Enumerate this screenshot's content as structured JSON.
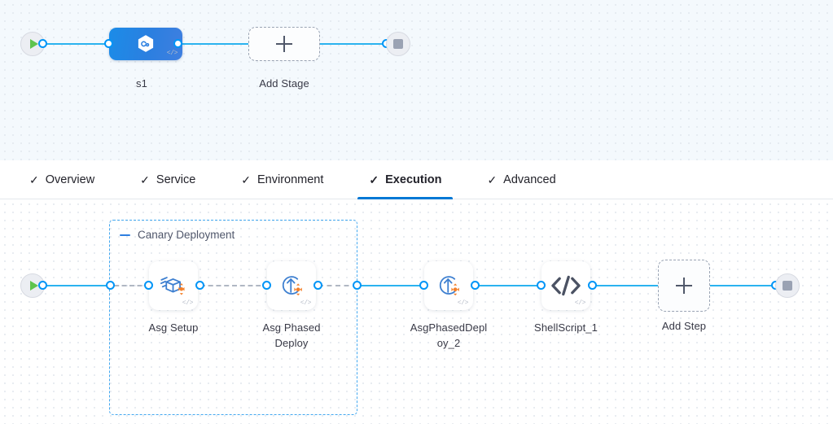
{
  "stage_canvas": {
    "start_node": {
      "name": "pipeline-start",
      "icon": "play-icon"
    },
    "end_node": {
      "name": "pipeline-end",
      "icon": "stop-icon"
    },
    "stage": {
      "label": "s1",
      "icon": "harness-hexagon-icon",
      "code_badge": "</>"
    },
    "add_stage": {
      "label": "Add Stage",
      "icon": "plus-icon"
    }
  },
  "tabs": [
    {
      "label": "Overview",
      "tick": "✓",
      "active": false
    },
    {
      "label": "Service",
      "tick": "✓",
      "active": false
    },
    {
      "label": "Environment",
      "tick": "✓",
      "active": false
    },
    {
      "label": "Execution",
      "tick": "✓",
      "active": true
    },
    {
      "label": "Advanced",
      "tick": "✓",
      "active": false
    }
  ],
  "execution_canvas": {
    "start_node": {
      "name": "execution-start",
      "icon": "play-icon"
    },
    "end_node": {
      "name": "execution-end",
      "icon": "stop-icon"
    },
    "step_group": {
      "title": "Canary Deployment",
      "collapse_icon": "minus-icon"
    },
    "steps": [
      {
        "label": "Asg Setup",
        "icon": "asg-setup-icon",
        "code_badge": "</>",
        "in_group": true
      },
      {
        "label": "Asg Phased\nDeploy",
        "icon": "asg-phased-deploy-icon",
        "code_badge": "</>",
        "in_group": true
      },
      {
        "label": "AsgPhasedDepl\noy_2",
        "icon": "asg-phased-deploy-icon",
        "code_badge": "</>",
        "in_group": false
      },
      {
        "label": "ShellScript_1",
        "icon": "shell-script-icon",
        "code_badge": "</>",
        "in_group": false
      }
    ],
    "add_step": {
      "label": "Add Step",
      "icon": "plus-icon"
    }
  },
  "colors": {
    "wire_blue": "#2bb3ef",
    "connector_blue": "#0095f7",
    "group_border_blue": "#43a8f0",
    "active_tab_blue": "#0278d5",
    "stage_blue": "#2b7fe0",
    "play_green": "#5fc44e",
    "accent_orange": "#f4802a",
    "stage_pane_bg": "#f4f9fd"
  }
}
